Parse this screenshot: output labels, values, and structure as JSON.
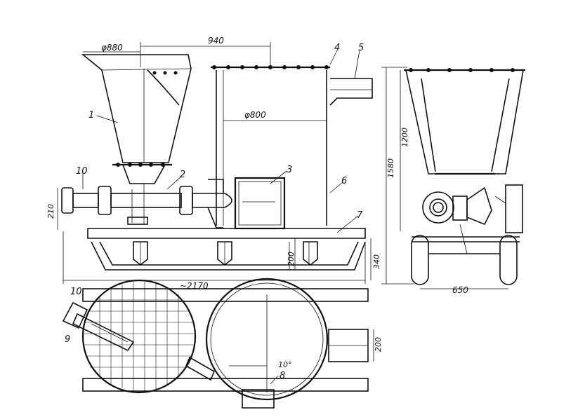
{
  "callouts": {
    "c1": "1",
    "c2": "2",
    "c3": "3",
    "c4": "4",
    "c5": "5",
    "c6": "6",
    "c7": "7",
    "c8": "8",
    "c9": "9",
    "c10_side": "10",
    "c10_plan": "10"
  },
  "dimensions": {
    "hopper_dia": "φ880",
    "top_width": "940",
    "tank_dia": "φ800",
    "pipe_height": "210",
    "frame_h1": "200",
    "frame_h2": "340",
    "total_length": "~2170",
    "hopper_h": "1200",
    "total_h": "1580",
    "base_width": "650",
    "plan_outlet": "200",
    "angle": "10°"
  }
}
